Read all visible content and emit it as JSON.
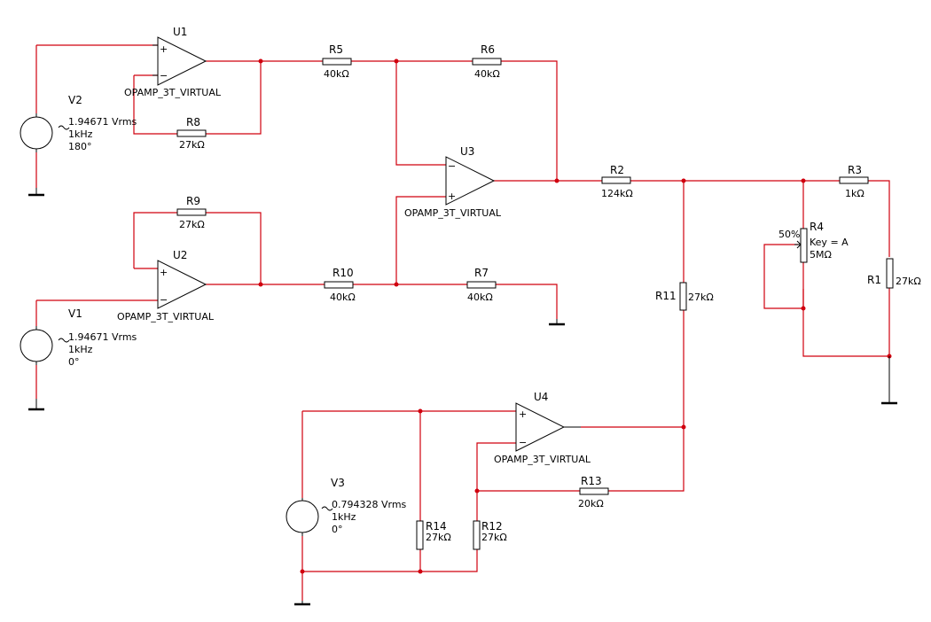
{
  "colors": {
    "wire": "#d0000e",
    "component": "#000000",
    "junction": "#d0000e",
    "background": "#ffffff"
  },
  "opamps": [
    {
      "ref": "U1",
      "model": "OPAMP_3T_VIRTUAL"
    },
    {
      "ref": "U2",
      "model": "OPAMP_3T_VIRTUAL"
    },
    {
      "ref": "U3",
      "model": "OPAMP_3T_VIRTUAL"
    },
    {
      "ref": "U4",
      "model": "OPAMP_3T_VIRTUAL"
    }
  ],
  "sources": [
    {
      "ref": "V2",
      "amplitude": "1.94671 Vrms",
      "frequency": "1kHz",
      "phase": "180°"
    },
    {
      "ref": "V1",
      "amplitude": "1.94671 Vrms",
      "frequency": "1kHz",
      "phase": "0°"
    },
    {
      "ref": "V3",
      "amplitude": "0.794328 Vrms",
      "frequency": "1kHz",
      "phase": "0°"
    }
  ],
  "resistors": {
    "R5": {
      "ref": "R5",
      "value": "40kΩ"
    },
    "R6": {
      "ref": "R6",
      "value": "40kΩ"
    },
    "R8": {
      "ref": "R8",
      "value": "27kΩ"
    },
    "R9": {
      "ref": "R9",
      "value": "27kΩ"
    },
    "R10": {
      "ref": "R10",
      "value": "40kΩ"
    },
    "R7": {
      "ref": "R7",
      "value": "40kΩ"
    },
    "R2": {
      "ref": "R2",
      "value": "124kΩ"
    },
    "R3": {
      "ref": "R3",
      "value": "1kΩ"
    },
    "R11": {
      "ref": "R11",
      "value": "27kΩ"
    },
    "R1": {
      "ref": "R1",
      "value": "27kΩ"
    },
    "R13": {
      "ref": "R13",
      "value": "20kΩ"
    },
    "R14": {
      "ref": "R14",
      "value": "27kΩ"
    },
    "R12": {
      "ref": "R12",
      "value": "27kΩ"
    }
  },
  "potentiometer": {
    "ref": "R4",
    "percent": "50%",
    "key": "Key = A",
    "value": "5MΩ"
  },
  "pins": {
    "plus": "+",
    "minus": "−"
  }
}
